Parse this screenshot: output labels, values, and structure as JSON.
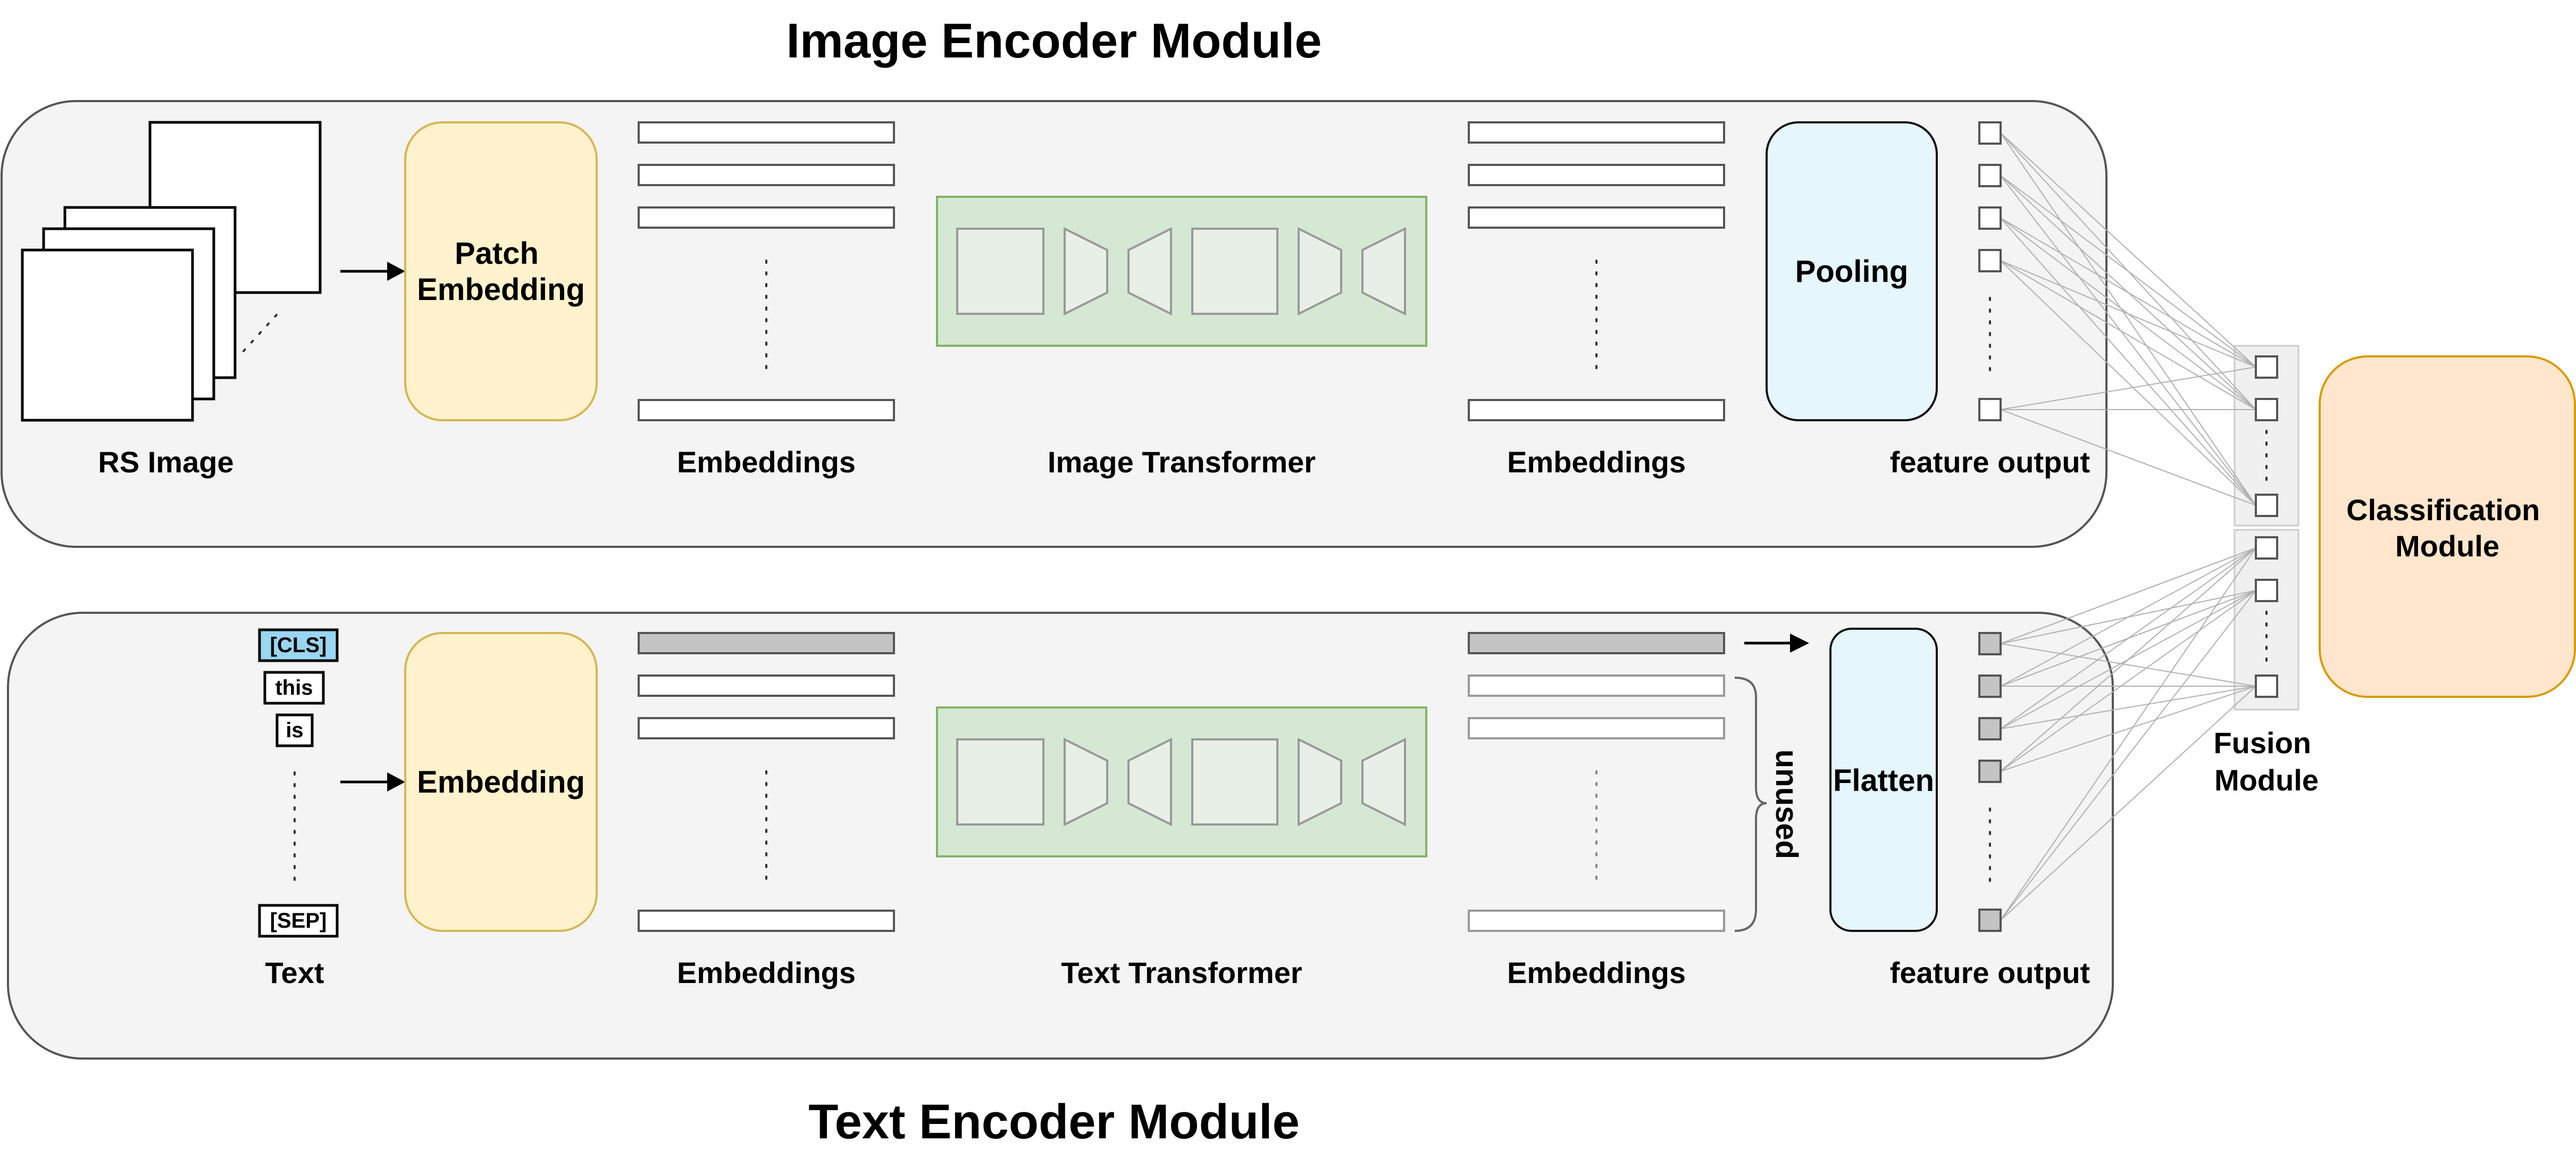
{
  "image_encoder": {
    "title": "Image Encoder Module",
    "input_label": "RS Image",
    "embedding_block": "Patch Embedding",
    "embeddings_label_1": "Embeddings",
    "transformer_label": "Image Transformer",
    "embeddings_label_2": "Embeddings",
    "pooling_block": "Pooling",
    "output_label": "feature output"
  },
  "text_encoder": {
    "title": "Text Encoder Module",
    "input_label": "Text",
    "tokens": [
      "[CLS]",
      "this",
      "is",
      "[SEP]"
    ],
    "embedding_block": "Embedding",
    "embeddings_label_1": "Embeddings",
    "transformer_label": "Text Transformer",
    "embeddings_label_2": "Embeddings",
    "unused_label": "unused",
    "flatten_block": "Flatten",
    "output_label": "feature output"
  },
  "fusion": {
    "label_line1": "Fusion",
    "label_line2": "Module"
  },
  "classification": {
    "label_line1": "Classification",
    "label_line2": "Module"
  },
  "colors": {
    "module_panel": "#f4f4f4",
    "embedding_block": "#fff2cc",
    "transformer": "#d5e8d4",
    "pooling_flatten": "#e6f6fd",
    "classification": "#ffe6cc",
    "cls_token": "#99d6f0"
  }
}
